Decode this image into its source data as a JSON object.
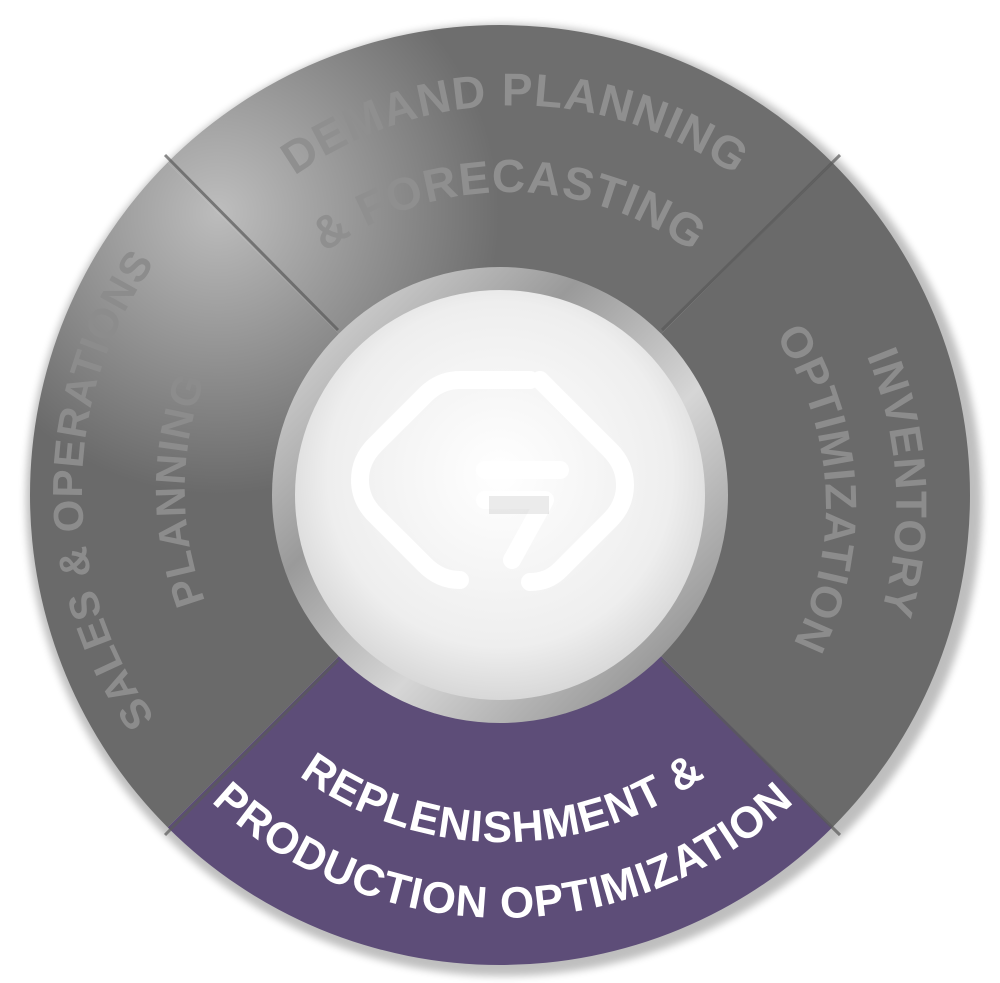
{
  "diagram": {
    "segments": [
      {
        "id": "top",
        "lines": [
          "DEMAND PLANNING",
          "& FORECASTING"
        ],
        "color": "#6e6e6e",
        "text_color": "#8f8f8f"
      },
      {
        "id": "right",
        "lines": [
          "INVENTORY",
          "OPTIMIZATION"
        ],
        "color": "#6a6a6a",
        "text_color": "#8c8c8c"
      },
      {
        "id": "bottom",
        "lines": [
          "REPLENISHMENT &",
          "PRODUCTION OPTIMIZATION"
        ],
        "color": "#5d4d78",
        "text_color": "#ffffff"
      },
      {
        "id": "left",
        "lines": [
          "SALES &  OPERATIONS",
          "PLANNING"
        ],
        "color": "#6a6a6a",
        "text_color": "#8c8c8c"
      }
    ],
    "center_logo": "g-diamond-logo",
    "colors": {
      "gray": "#6b6b6b",
      "purple": "#5d4d78",
      "hub": "#f2f2f2",
      "ring": "#b4b4b4"
    }
  }
}
